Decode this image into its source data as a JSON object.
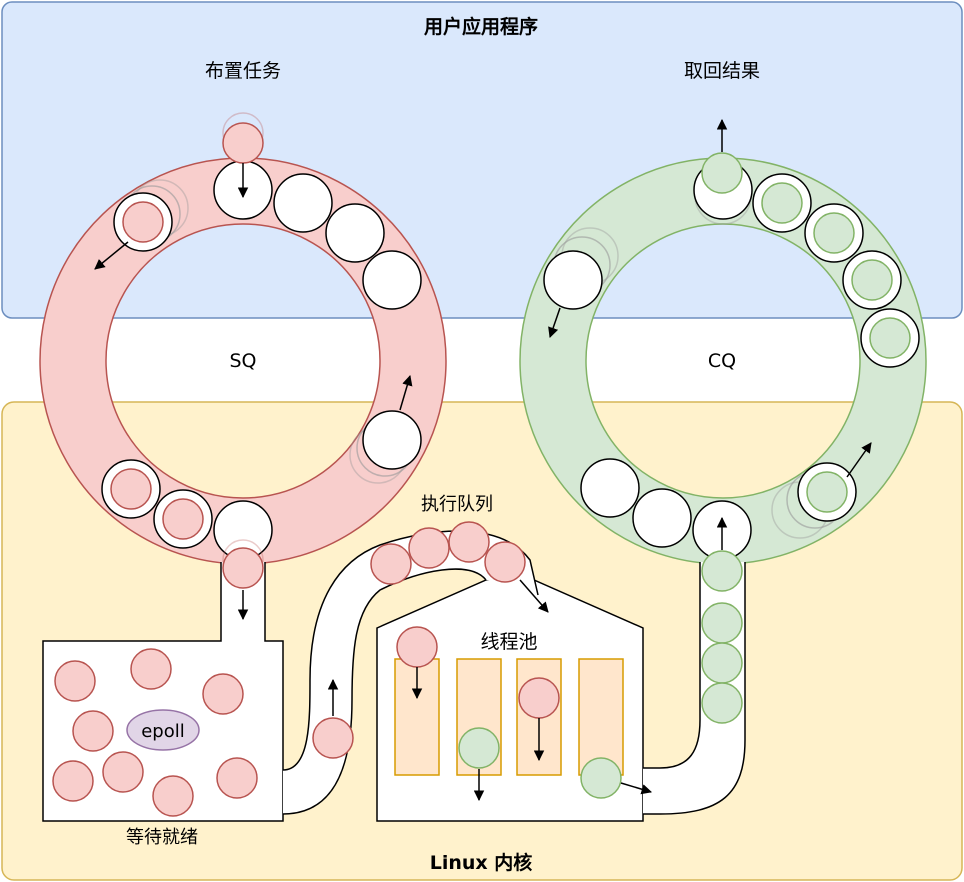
{
  "regions": {
    "user": {
      "title": "用户应用程序",
      "fill": "#dae8fc",
      "stroke": "#6c8ebf"
    },
    "kernel": {
      "title": "Linux 内核",
      "fill": "#fff2cc",
      "stroke": "#d6b656"
    }
  },
  "labels": {
    "submit": "布置任务",
    "reap": "取回结果",
    "sq": "SQ",
    "cq": "CQ",
    "exec_queue": "执行队列",
    "thread_pool": "线程池",
    "waiting": "等待就绪",
    "epoll": "epoll"
  },
  "colors": {
    "sq_fill": "#f8cecc",
    "sq_stroke": "#b85450",
    "cq_fill": "#d5e8d4",
    "cq_stroke": "#82b366",
    "epoll_fill": "#e1d5e7",
    "epoll_stroke": "#9673a6",
    "worker_fill": "#ffe6cc",
    "worker_stroke": "#d79b00"
  }
}
